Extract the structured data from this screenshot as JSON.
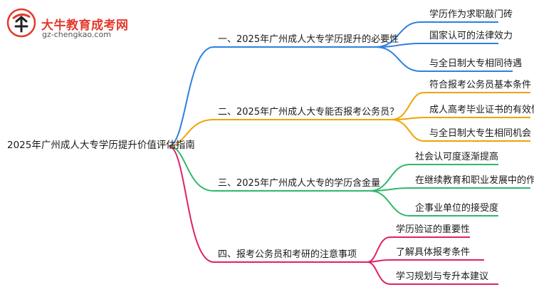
{
  "logo": {
    "title": "大牛教育成考网",
    "url": "gz-chengkao.com"
  },
  "root": "2025年广州成人大专学历提升价值评估指南",
  "branches": [
    {
      "label": "一、2025年广州成人大专学历提升的必要性",
      "color": "#2f7fe0",
      "leaves": [
        "学历作为求职敲门砖",
        "国家认可的法律效力",
        "与全日制大专相同待遇"
      ]
    },
    {
      "label": "二、2025年广州成人大专能否报考公务员？",
      "color": "#f0a300",
      "leaves": [
        "符合报考公务员基本条件",
        "成人高考毕业证书的有效性",
        "与全日制大专生相同机会"
      ]
    },
    {
      "label": "三、2025年广州成人大专的学历含金量",
      "color": "#2fb86a",
      "leaves": [
        "社会认可度逐渐提高",
        "在继续教育和职业发展中的作用",
        "企事业单位的接受度"
      ]
    },
    {
      "label": "四、报考公务员和考研的注意事项",
      "color": "#e0206a",
      "leaves": [
        "学历验证的重要性",
        "了解具体报考条件",
        "学习规划与专升本建议"
      ]
    }
  ]
}
